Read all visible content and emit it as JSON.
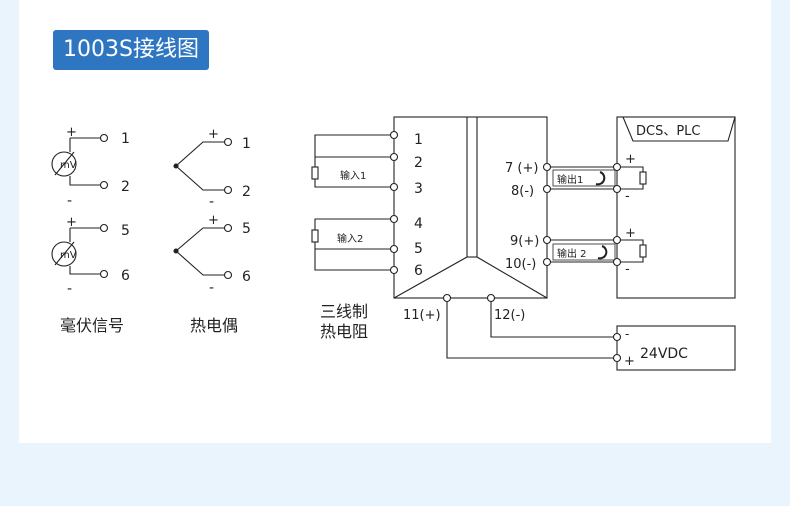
{
  "title": "1003S接线图",
  "millivolt": {
    "caption": "毫伏信号",
    "meter_label": "mV",
    "plus_sign": "+",
    "minus_sign": "-",
    "terminals": [
      "1",
      "2",
      "5",
      "6"
    ]
  },
  "thermocouple": {
    "caption": "热电偶",
    "plus_sign": "+",
    "minus_sign": "-",
    "terminals": [
      "1",
      "2",
      "5",
      "6"
    ]
  },
  "rtd": {
    "caption_line1": "三线制",
    "caption_line2": "热电阻",
    "input1_label": "输入1",
    "input2_label": "输入2"
  },
  "module": {
    "left_terminals": [
      "1",
      "2",
      "3",
      "4",
      "5",
      "6"
    ],
    "right_terminals": [
      "7 (+)",
      "8(-)",
      "9(+)",
      "10(-)"
    ],
    "bottom_terminals": [
      "11(+)",
      "12(-)"
    ],
    "output1_label": "输出1",
    "output2_label": "输出 2"
  },
  "dcs": {
    "label": "DCS、PLC",
    "plus_sign": "+",
    "minus_sign": "-"
  },
  "power": {
    "label": "24VDC",
    "plus_sign": "+",
    "minus_sign": "-"
  },
  "colors": {
    "background": "#e9f4fc",
    "card": "#ffffff",
    "badge": "#2f76c2",
    "line": "#222222"
  }
}
